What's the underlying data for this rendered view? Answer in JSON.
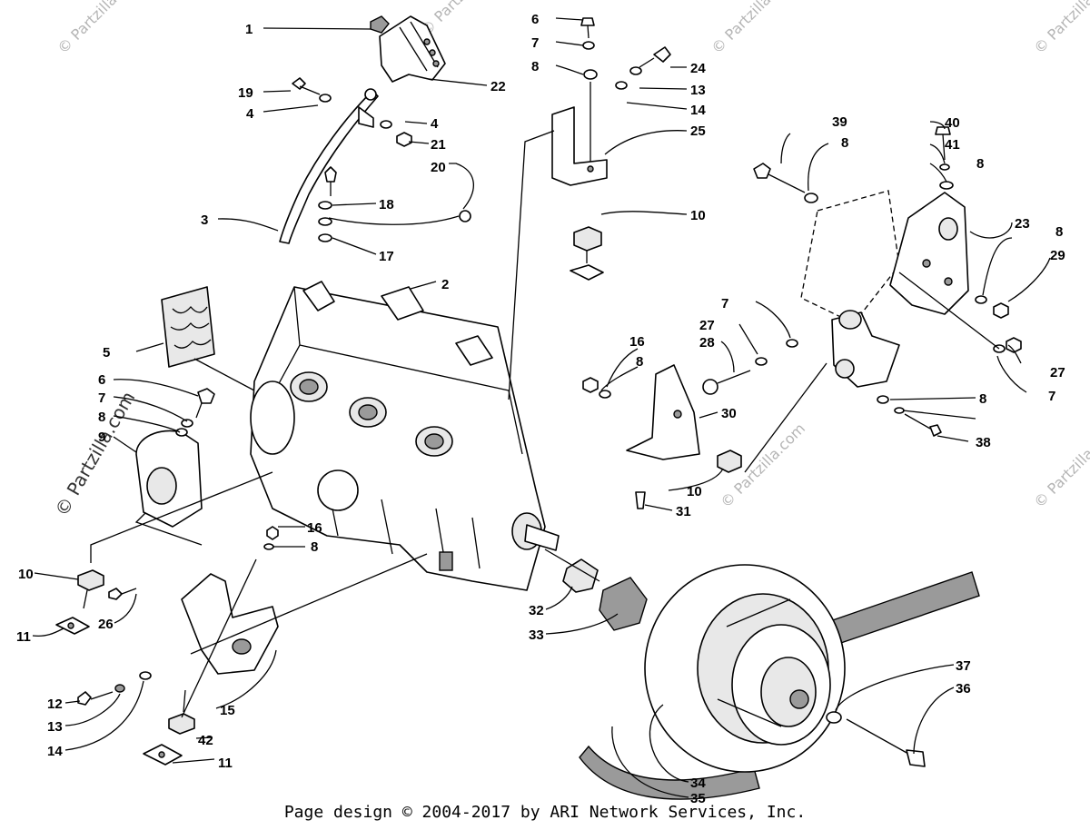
{
  "diagram": {
    "labels": [
      "1",
      "2",
      "3",
      "4",
      "4",
      "5",
      "6",
      "6",
      "7",
      "7",
      "7",
      "7",
      "8",
      "8",
      "8",
      "8",
      "8",
      "8",
      "8",
      "8",
      "9",
      "10",
      "10",
      "10",
      "11",
      "11",
      "12",
      "13",
      "13",
      "14",
      "14",
      "15",
      "16",
      "16",
      "17",
      "18",
      "19",
      "20",
      "21",
      "22",
      "23",
      "24",
      "25",
      "26",
      "27",
      "27",
      "28",
      "29",
      "30",
      "31",
      "32",
      "33",
      "34",
      "35",
      "36",
      "37",
      "38",
      "39",
      "40",
      "41",
      "42"
    ]
  },
  "watermarks": {
    "brand": "© Partzilla.com"
  },
  "footer": {
    "text": "Page design © 2004-2017 by ARI Network Services, Inc."
  }
}
